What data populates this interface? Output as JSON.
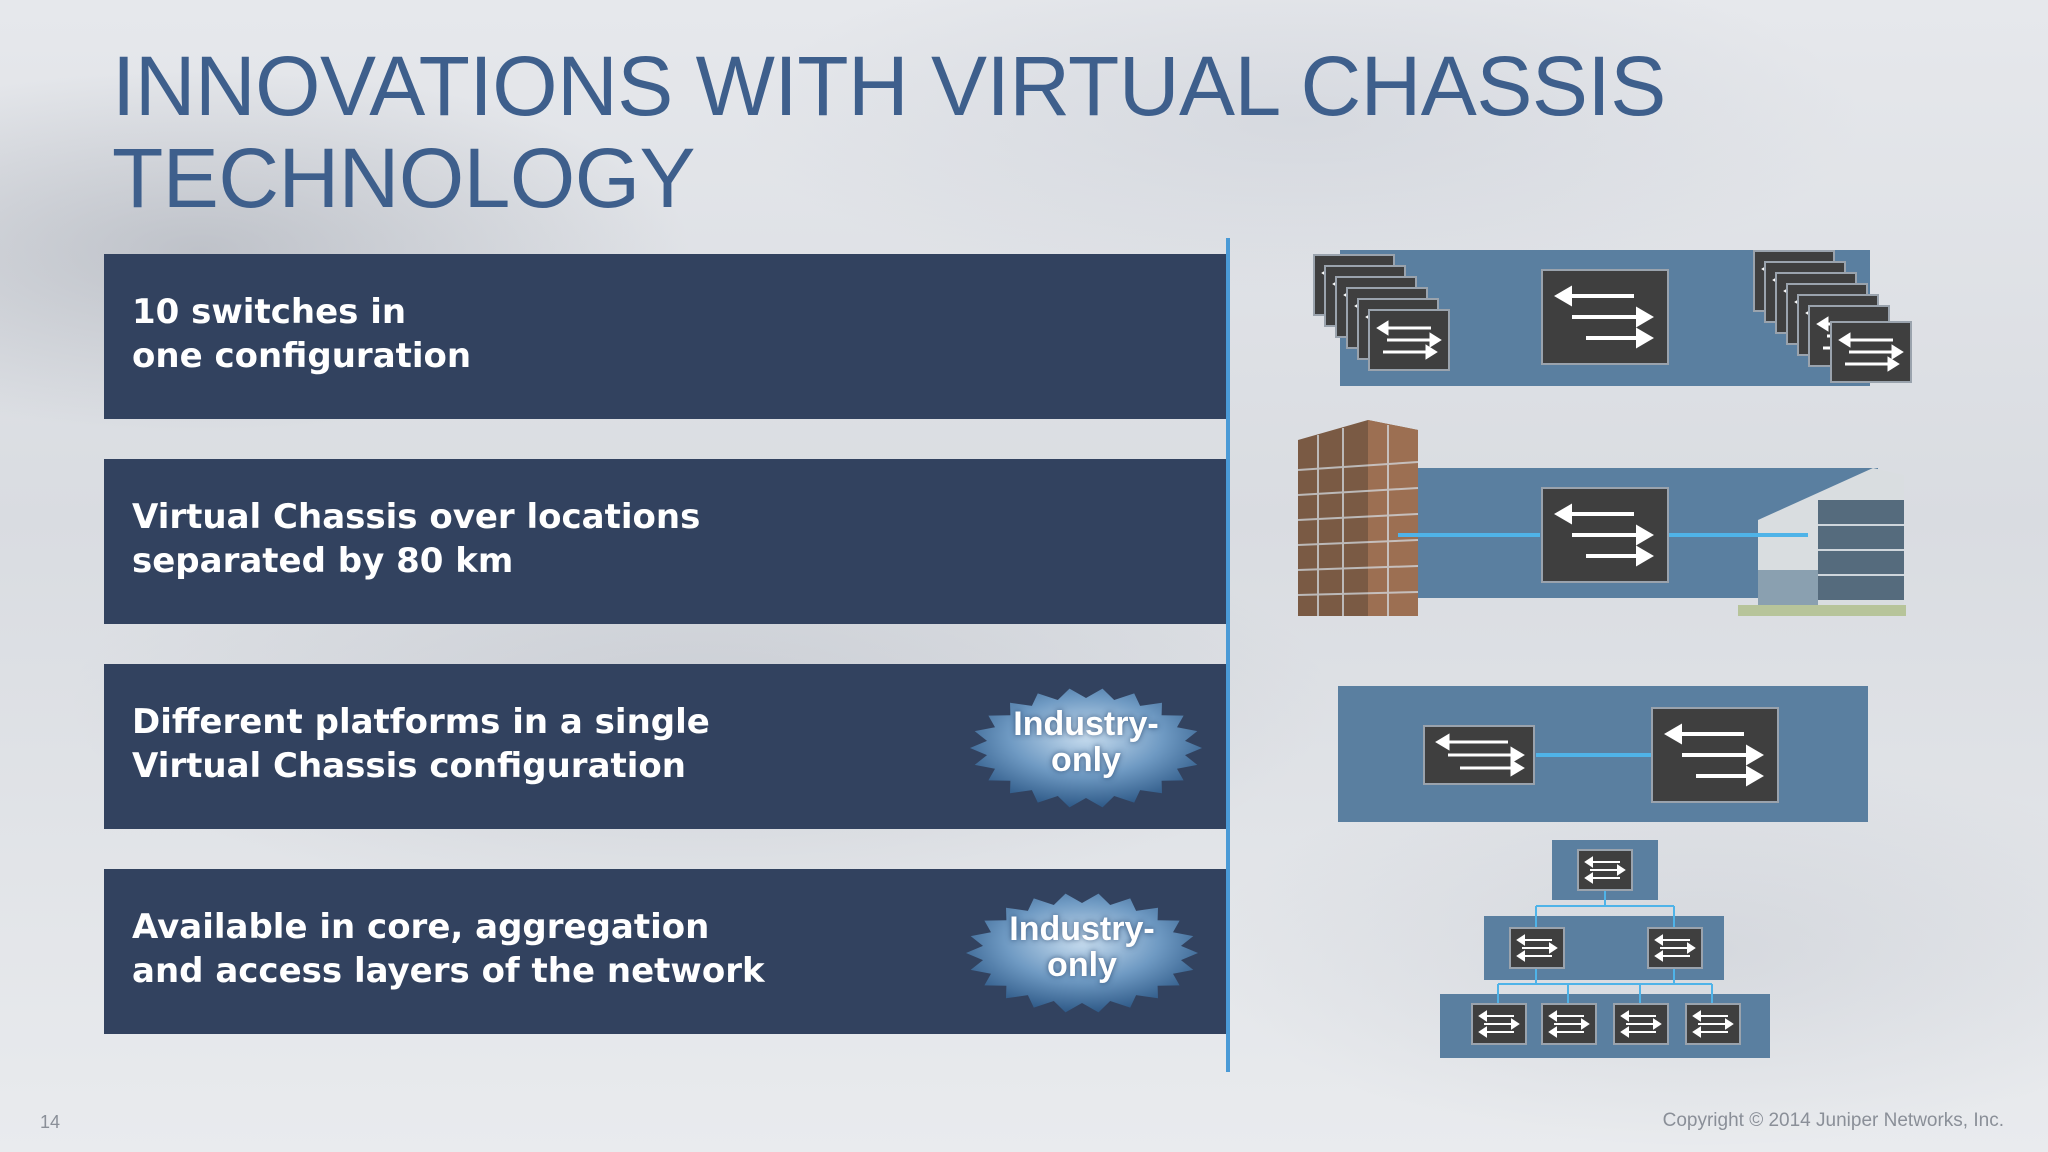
{
  "slide": {
    "title_lines": [
      "INNOVATIONS WITH VIRTUAL CHASSIS",
      "TECHNOLOGY"
    ],
    "features": [
      {
        "lines": [
          "10 switches in",
          "one configuration"
        ],
        "badge": null
      },
      {
        "lines": [
          "Virtual Chassis over locations",
          "separated by 80 km"
        ],
        "badge": null
      },
      {
        "lines": [
          "Different platforms in a single",
          "Virtual Chassis configuration"
        ],
        "badge": [
          "Industry-",
          "only"
        ]
      },
      {
        "lines": [
          "Available in core, aggregation",
          "and access layers of the network"
        ],
        "badge": [
          "Industry-",
          "only"
        ]
      }
    ],
    "page_number": "14",
    "copyright": "Copyright © 2014 Juniper Networks, Inc."
  },
  "colors": {
    "title": "#3e5f8c",
    "box": "#32425f",
    "diagram_panel": "#5a7fa0",
    "switch": "#3f3f3f",
    "link": "#4a9ad6",
    "divider": "#4a9ad6"
  },
  "icons": {
    "switch": "switch-arrows-icon",
    "badge": "starburst-badge-icon",
    "building": "office-building-icon"
  }
}
